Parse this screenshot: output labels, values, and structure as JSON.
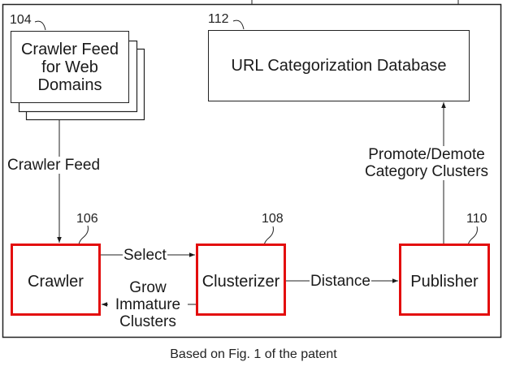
{
  "diagram": {
    "nodes": {
      "feed": {
        "ref": "104",
        "label_lines": [
          "Crawler Feed",
          "for Web",
          "Domains"
        ]
      },
      "db": {
        "ref": "112",
        "label": "URL Categorization Database"
      },
      "crawler": {
        "ref": "106",
        "label": "Crawler"
      },
      "clusterizer": {
        "ref": "108",
        "label": "Clusterizer"
      },
      "publisher": {
        "ref": "110",
        "label": "Publisher"
      }
    },
    "edges": {
      "feed_to_crawler": {
        "label": "Crawler Feed"
      },
      "crawler_to_clusterizer": {
        "label": "Select"
      },
      "clusterizer_to_crawler": {
        "label_lines": [
          "Grow",
          "Immature",
          "Clusters"
        ]
      },
      "clusterizer_to_publisher": {
        "label": "Distance"
      },
      "publisher_to_db": {
        "label_lines": [
          "Promote/Demote",
          "Category Clusters"
        ]
      }
    },
    "highlight_color": "#e30d0d"
  },
  "caption": "Based on Fig. 1 of the patent"
}
